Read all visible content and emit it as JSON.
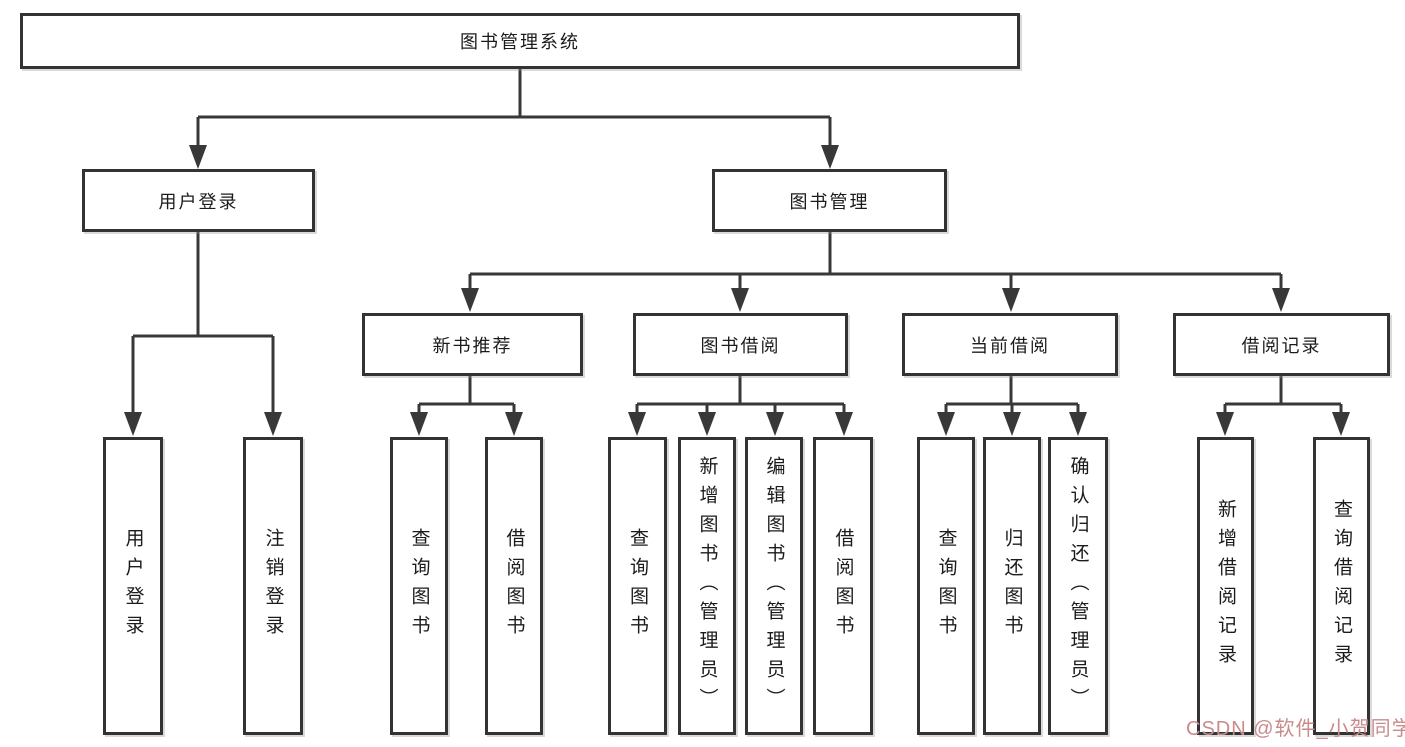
{
  "tree": {
    "root": {
      "label": "图书管理系统",
      "children": [
        {
          "label": "用户登录",
          "children": [
            {
              "label": "用户登录"
            },
            {
              "label": "注销登录"
            }
          ]
        },
        {
          "label": "图书管理",
          "children": [
            {
              "label": "新书推荐",
              "children": [
                {
                  "label": "查询图书"
                },
                {
                  "label": "借阅图书"
                }
              ]
            },
            {
              "label": "图书借阅",
              "children": [
                {
                  "label": "查询图书"
                },
                {
                  "label": "新增图书（管理员）"
                },
                {
                  "label": "编辑图书（管理员）"
                },
                {
                  "label": "借阅图书"
                }
              ]
            },
            {
              "label": "当前借阅",
              "children": [
                {
                  "label": "查询图书"
                },
                {
                  "label": "归还图书"
                },
                {
                  "label": "确认归还（管理员）"
                }
              ]
            },
            {
              "label": "借阅记录",
              "children": [
                {
                  "label": "新增借阅记录"
                },
                {
                  "label": "查询借阅记录"
                }
              ]
            }
          ]
        }
      ]
    }
  },
  "watermark": {
    "text": "CSDN @软件_小贺同学",
    "color": "#c98b8b"
  },
  "colors": {
    "line": "#383838",
    "box_border": "#333333",
    "box_fill": "#ffffff",
    "text": "#1b1b1b",
    "background": "#ffffff"
  }
}
